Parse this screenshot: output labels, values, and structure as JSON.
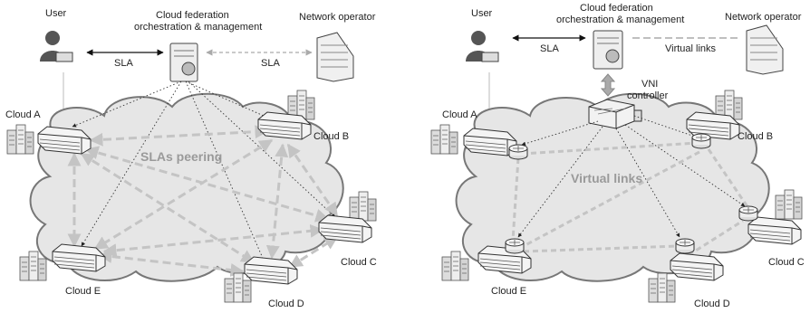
{
  "left": {
    "user_label": "User",
    "orchestrator_label_line1": "Cloud federation",
    "orchestrator_label_line2": "orchestration & management",
    "operator_label": "Network operator",
    "sla_user": "SLA",
    "sla_operator": "SLA",
    "cloud_caption": "SLAs peering",
    "clouds": {
      "a": "Cloud A",
      "b": "Cloud B",
      "c": "Cloud C",
      "d": "Cloud D",
      "e": "Cloud E"
    }
  },
  "right": {
    "user_label": "User",
    "orchestrator_label_line1": "Cloud federation",
    "orchestrator_label_line2": "orchestration & management",
    "operator_label": "Network operator",
    "sla_user": "SLA",
    "virtual_links_operator": "Virtual links",
    "vni_line1": "VNI",
    "vni_line2": "controller",
    "cloud_caption": "Virtual links",
    "clouds": {
      "a": "Cloud A",
      "b": "Cloud B",
      "c": "Cloud C",
      "d": "Cloud D",
      "e": "Cloud E"
    }
  },
  "colors": {
    "cloud_fill": "#e6e6e6",
    "cloud_stroke": "#7a7a7a",
    "dashed_links": "#c8c8c8",
    "dotted_links": "#333333"
  }
}
